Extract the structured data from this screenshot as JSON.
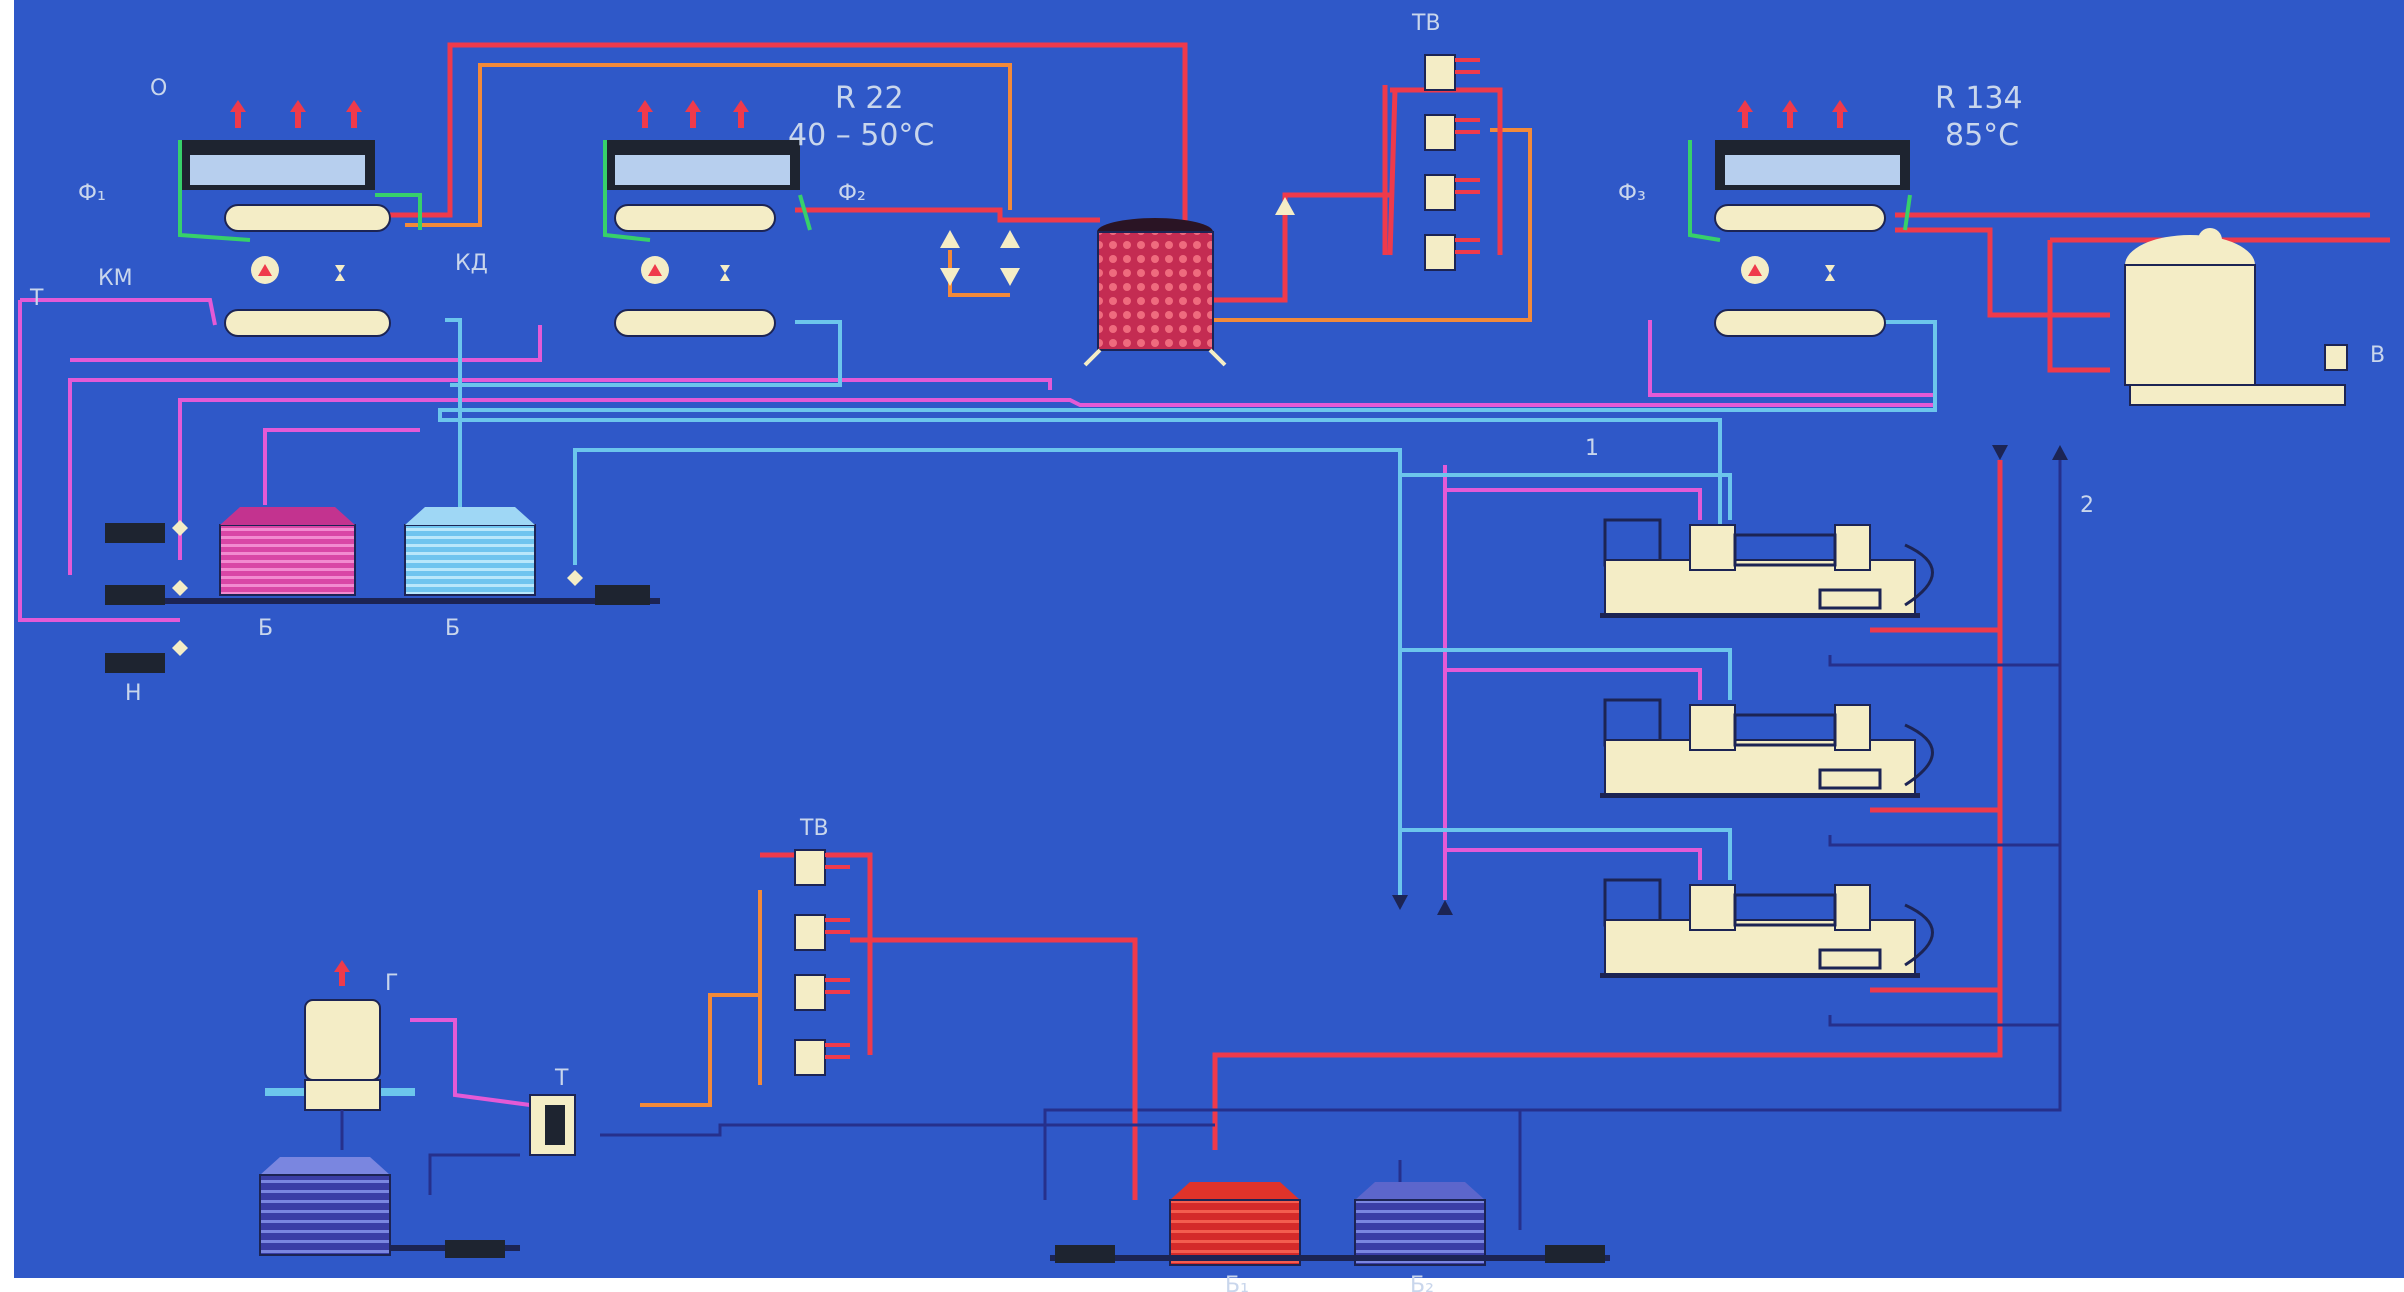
{
  "labels": {
    "o": "О",
    "f1": "Ф₁",
    "km": "КМ",
    "kd": "КД",
    "t_left": "Т",
    "f2": "Ф₂",
    "refrigerant_1": "R 22",
    "temp_1": "40 – 50°С",
    "tv_top": "ТВ",
    "f3": "Ф₃",
    "refrigerant_2": "R 134",
    "temp_2": "85°С",
    "b_right": "В",
    "b_tank_1": "Б",
    "b_tank_2": "Б",
    "n": "Н",
    "line_1": "1",
    "line_2": "2",
    "tv_bottom": "ТВ",
    "g": "Г",
    "t_bottom": "Т",
    "b1": "Б₁",
    "b2": "Б₂"
  },
  "colors": {
    "background": "#2f58c8",
    "hot_line": "#ef3a4b",
    "warm_line": "#f28a3a",
    "pink_line": "#e45ad6",
    "cold_line": "#6cc6ec",
    "green_line": "#37d06a",
    "return_line": "#26308c",
    "equipment": "#f4edc6",
    "label": "#c9d6ec"
  }
}
